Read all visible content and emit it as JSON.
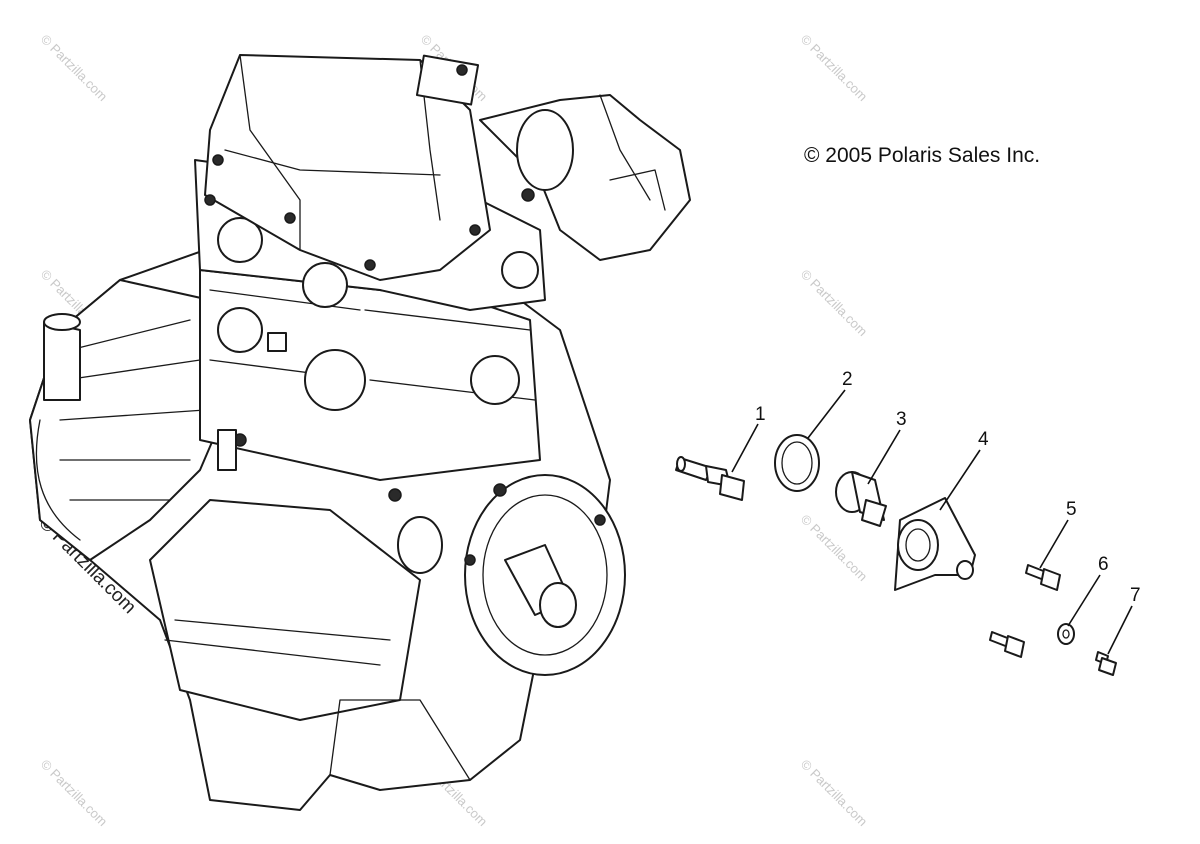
{
  "copyright": "© 2005 Polaris Sales Inc.",
  "watermark": "© Partzilla.com",
  "callouts": [
    {
      "number": "1",
      "part": "temperature-sensor"
    },
    {
      "number": "2",
      "part": "o-ring"
    },
    {
      "number": "3",
      "part": "thermostat"
    },
    {
      "number": "4",
      "part": "thermostat-housing"
    },
    {
      "number": "5",
      "part": "bolt"
    },
    {
      "number": "6",
      "part": "washer"
    },
    {
      "number": "7",
      "part": "bolt"
    }
  ],
  "colors": {
    "line": "#1a1a1a",
    "watermark": "#c9c9c9",
    "background": "#ffffff"
  }
}
